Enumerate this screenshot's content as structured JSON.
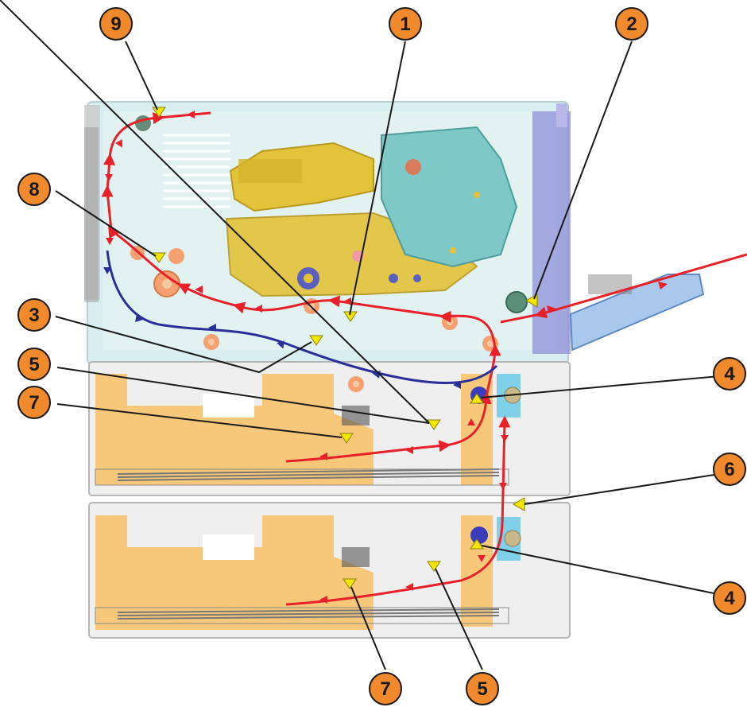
{
  "diagram": {
    "callouts": [
      {
        "id": "c1",
        "label": "1"
      },
      {
        "id": "c2",
        "label": "2"
      },
      {
        "id": "c3",
        "label": "3"
      },
      {
        "id": "c4a",
        "label": "4"
      },
      {
        "id": "c4b",
        "label": "4"
      },
      {
        "id": "c5a",
        "label": "5"
      },
      {
        "id": "c5b",
        "label": "5"
      },
      {
        "id": "c6",
        "label": "6"
      },
      {
        "id": "c7a",
        "label": "7"
      },
      {
        "id": "c7b",
        "label": "7"
      },
      {
        "id": "c8",
        "label": "8"
      },
      {
        "id": "c9",
        "label": "9"
      }
    ],
    "colors": {
      "callout_fill": "#f08a2c",
      "callout_stroke": "#1a1a1a",
      "paper_path": "#e8202a",
      "duplex_path": "#2b2f9a",
      "sensor_marker": "#f3e600",
      "tray_body": "#f8c87a",
      "printer_body": "#d9eef0",
      "toner_cartridge": "#e2c33a",
      "drum": "#7fc8c8",
      "roller": "#f4a070",
      "side_panel": "#8d8fd8"
    }
  }
}
